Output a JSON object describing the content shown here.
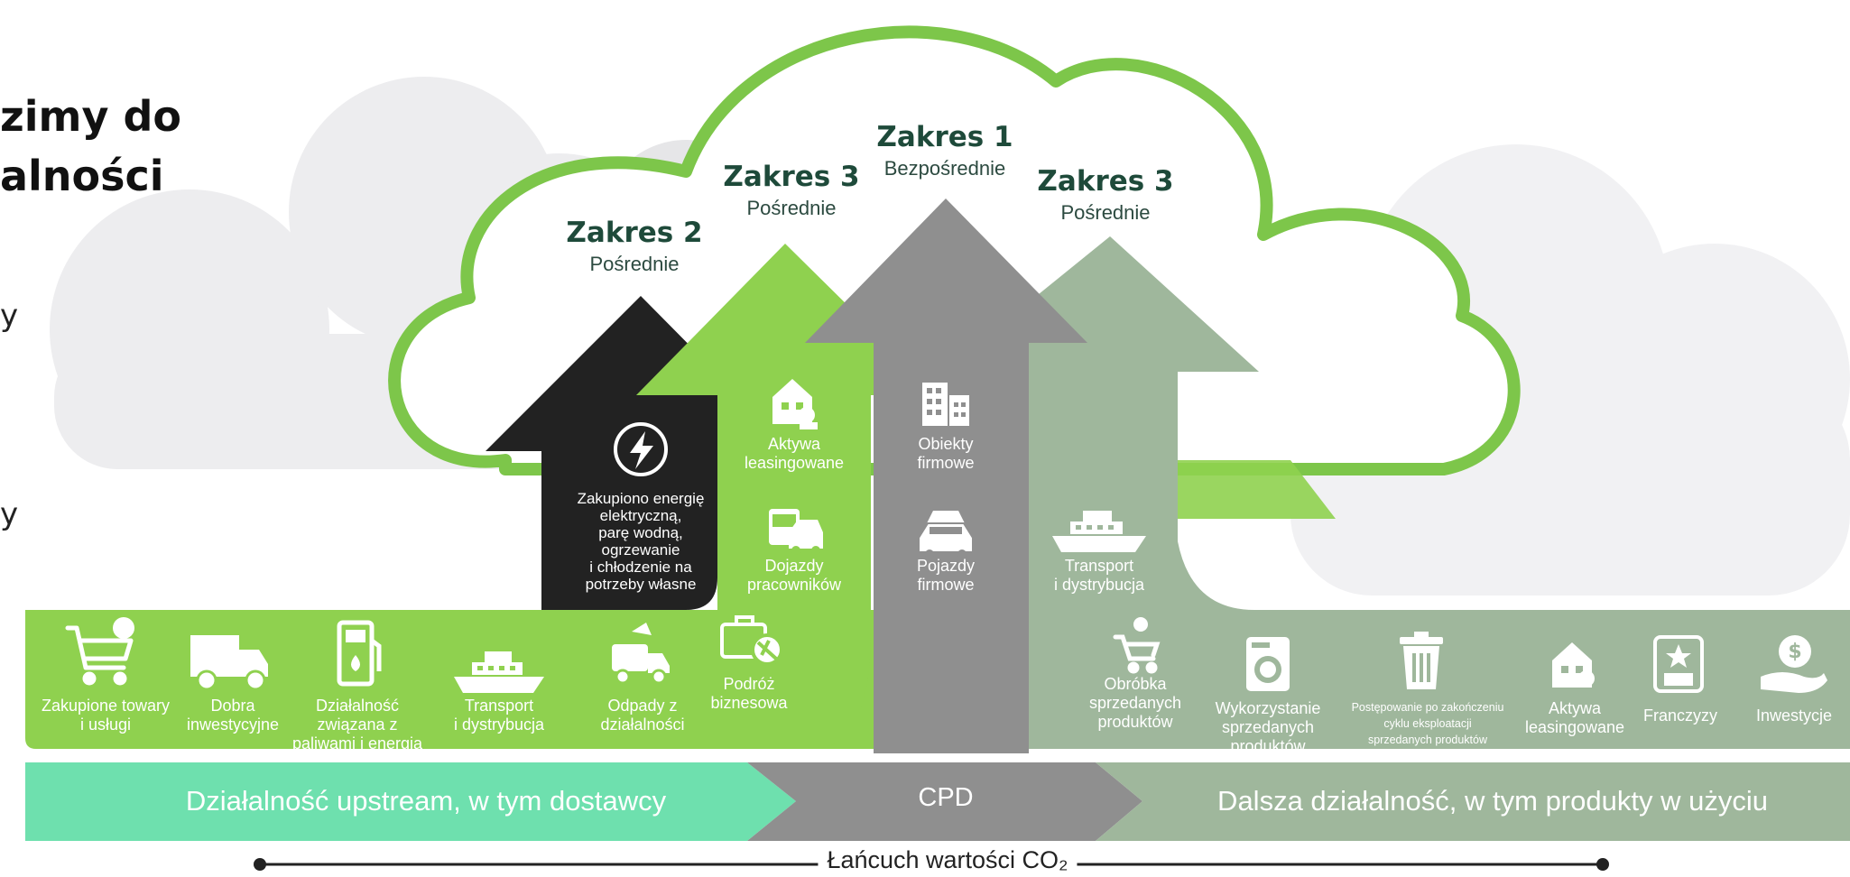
{
  "heading": {
    "line1": "zimy do",
    "line2": "alności"
  },
  "edge_marks": [
    "y",
    "y"
  ],
  "scopes": [
    {
      "id": "scope2",
      "title": "Zakres 2",
      "subtitle": "Pośrednie"
    },
    {
      "id": "scope3_up",
      "title": "Zakres 3",
      "subtitle": "Pośrednie"
    },
    {
      "id": "scope1",
      "title": "Zakres 1",
      "subtitle": "Bezpośrednie"
    },
    {
      "id": "scope3_down",
      "title": "Zakres 3",
      "subtitle": "Pośrednie"
    }
  ],
  "arrow_items": {
    "scope2": {
      "lines": [
        "Zakupiono energię",
        "elektryczną,",
        "parę wodną,",
        "ogrzewanie",
        "i chłodzenie na",
        "potrzeby własne"
      ],
      "icon": "lightning-bolt-icon"
    },
    "scope3_up": [
      {
        "lines": [
          "Aktywa",
          "leasingowane"
        ],
        "icon": "leased-building-icon"
      },
      {
        "lines": [
          "Dojazdy",
          "pracowników"
        ],
        "icon": "commute-vehicles-icon"
      }
    ],
    "scope1": [
      {
        "lines": [
          "Obiekty",
          "firmowe"
        ],
        "icon": "company-building-icon"
      },
      {
        "lines": [
          "Pojazdy",
          "firmowe"
        ],
        "icon": "company-cars-icon"
      }
    ],
    "scope3_down": [
      {
        "lines": [
          "Transport",
          "i dystrybucja"
        ],
        "icon": "ship-icon"
      }
    ]
  },
  "upstream_items": [
    {
      "lines": [
        "Zakupione towary",
        "i usługi"
      ],
      "icon": "shopping-cart-icon"
    },
    {
      "lines": [
        "Dobra",
        "inwestycyjne"
      ],
      "icon": "dump-truck-icon"
    },
    {
      "lines": [
        "Działalność",
        "związana z",
        "paliwami i energią"
      ],
      "icon": "fuel-pump-icon"
    },
    {
      "lines": [
        "Transport",
        "i dystrybucja"
      ],
      "icon": "ship-icon"
    },
    {
      "lines": [
        "Odpady z",
        "działalności"
      ],
      "icon": "garbage-truck-icon"
    },
    {
      "lines": [
        "Podróż",
        "biznesowa"
      ],
      "icon": "suitcase-plane-icon"
    }
  ],
  "downstream_items": [
    {
      "lines": [
        "Obróbka",
        "sprzedanych",
        "produktów"
      ],
      "icon": "cart-gear-icon"
    },
    {
      "lines": [
        "Wykorzystanie",
        "sprzedanych",
        "produktów"
      ],
      "icon": "washing-machine-icon"
    },
    {
      "lines": [
        "Postępowanie po zakończeniu",
        "cyklu eksploatacji",
        "sprzedanych produktów"
      ],
      "icon": "trash-bin-icon"
    },
    {
      "lines": [
        "Aktywa",
        "leasingowane"
      ],
      "icon": "leased-building-icon"
    },
    {
      "lines": [
        "Franczyzy"
      ],
      "icon": "franchise-store-icon"
    },
    {
      "lines": [
        "Inwestycje"
      ],
      "icon": "hand-dollar-icon"
    }
  ],
  "bands": {
    "upstream": "Działalność upstream, w tym dostawcy",
    "cpd": "CPD",
    "downstream": "Dalsza działalność, w tym produkty w użyciu"
  },
  "value_chain_label": "Łańcuch wartości CO₂",
  "colors": {
    "cloud_outline": "#7dc64a",
    "bright_green": "#8fd14f",
    "upstream_band": "#6ee0ae",
    "sage": "#9fb79c",
    "gray": "#8f8f8f",
    "black": "#222222",
    "text_dark": "#1e4a3a"
  }
}
